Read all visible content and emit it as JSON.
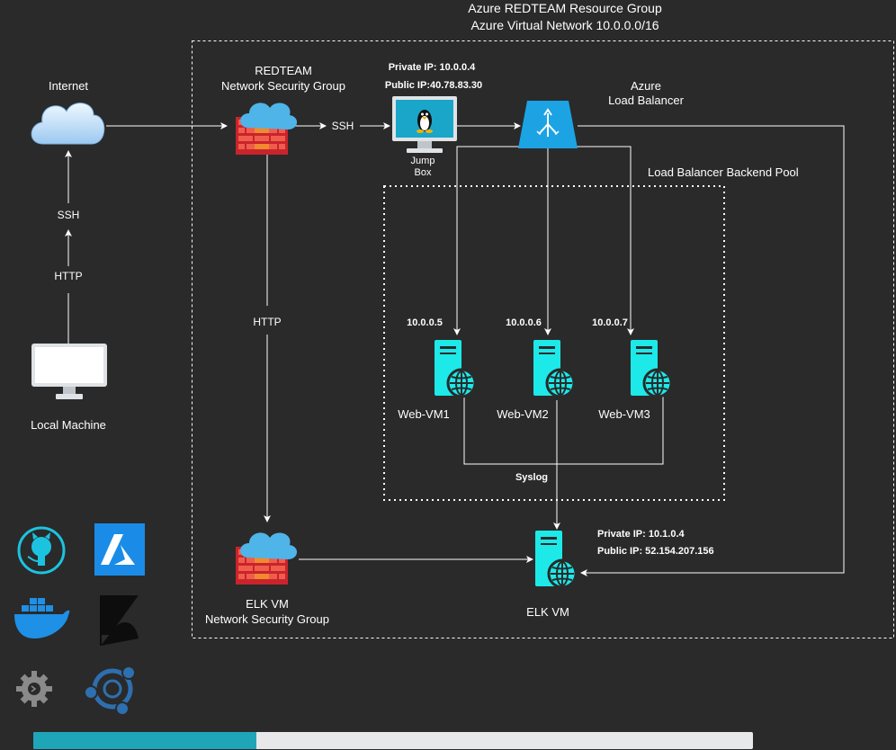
{
  "title": {
    "line1": "Azure REDTEAM Resource Group",
    "line2": "Azure Virtual Network 10.0.0.0/16"
  },
  "internet": {
    "label": "Internet"
  },
  "local_machine": {
    "label": "Local Machine"
  },
  "left_links": {
    "ssh": "SSH",
    "http": "HTTP"
  },
  "nsg_redteam": {
    "line1": "REDTEAM",
    "line2": "Network Security Group"
  },
  "link_labels": {
    "ssh": "SSH",
    "http": "HTTP",
    "syslog": "Syslog"
  },
  "jump_box": {
    "private_ip": "Private IP: 10.0.0.4",
    "public_ip": "Public IP:40.78.83.30",
    "line1": "Jump",
    "line2": "Box"
  },
  "load_balancer": {
    "line1": "Azure",
    "line2": "Load Balancer"
  },
  "backend_pool": {
    "label": "Load Balancer Backend Pool"
  },
  "web_vms": [
    {
      "ip": "10.0.0.5",
      "name": "Web-VM1"
    },
    {
      "ip": "10.0.0.6",
      "name": "Web-VM2"
    },
    {
      "ip": "10.0.0.7",
      "name": "Web-VM3"
    }
  ],
  "elk_vm": {
    "private_ip": "Private IP: 10.1.0.4",
    "public_ip": "Public IP: 52.154.207.156",
    "label": "ELK VM"
  },
  "nsg_elk": {
    "line1": "ELK VM",
    "line2": "Network Security Group"
  },
  "logos": [
    "github-icon",
    "azure-icon",
    "docker-icon",
    "kibana-icon",
    "gear-terminal-icon",
    "ubuntu-icon"
  ],
  "colors": {
    "background": "#2a2a2a",
    "server": "#1de9e9",
    "firewall": "#c9242b",
    "progress": "#1fa5b8"
  },
  "progress": {
    "fraction": 0.31
  }
}
